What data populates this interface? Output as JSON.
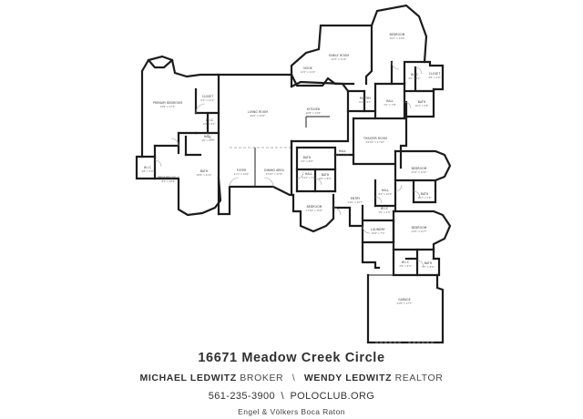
{
  "listing": {
    "address": "16671 Meadow Creek Circle",
    "agent1_name": "MICHAEL LEDWITZ",
    "agent1_role": "BROKER",
    "separator": "\\",
    "agent2_name": "WENDY LEDWITZ",
    "agent2_role": "REALTOR",
    "phone": "561-235-3900",
    "website": "POLOCLUB.ORG",
    "company": "Engel & Völkers Boca Raton"
  },
  "floorplan": {
    "rooms": [
      {
        "id": "primary-bedroom",
        "name": "PRIMARY BEDROOM",
        "dims": "19'9\" x 17'4\""
      },
      {
        "id": "closet-a",
        "name": "CLOSET",
        "dims": "6'1\" x 11'2\""
      },
      {
        "id": "bath-primary",
        "name": "BATH",
        "dims": "18'9\" x 21'4\""
      },
      {
        "id": "wic",
        "name": "W.I.C",
        "dims": "6'0\" x 5'1\""
      },
      {
        "id": "primary-wic",
        "name": "PRIMARY W.I.C",
        "dims": "8'1\" x 10'2\""
      },
      {
        "id": "wic-small",
        "name": "W.I.C",
        "dims": "4'8\" x 5'0\""
      },
      {
        "id": "hall-a",
        "name": "HALL",
        "dims": "4'0\" x 9'5\""
      },
      {
        "id": "living-room",
        "name": "LIVING ROOM",
        "dims": "26'6\" x 23'0\""
      },
      {
        "id": "foyer",
        "name": "FOYER",
        "dims": "11'1\" x 12'0\""
      },
      {
        "id": "dining-area",
        "name": "DINING AREA",
        "dims": "15'10\" x 17'0\""
      },
      {
        "id": "family-room",
        "name": "FAMILY ROOM",
        "dims": "22'3\" x 21'9\""
      },
      {
        "id": "nook",
        "name": "NOOK",
        "dims": "12'2\" x 11'4\""
      },
      {
        "id": "kitchen",
        "name": "KITCHEN",
        "dims": "20'8\" x 14'6\""
      },
      {
        "id": "pantry",
        "name": "PANTRY",
        "dims": "6'4\" x 6'7\""
      },
      {
        "id": "hall-b",
        "name": "HALL",
        "dims": "3'2\" x 7'8\""
      },
      {
        "id": "bedroom-a",
        "name": "BEDROOM",
        "dims": "16'2\" x 14'6\""
      },
      {
        "id": "wic-b",
        "name": "W.I.C",
        "dims": "4'0\" x 7'1\""
      },
      {
        "id": "bath-b",
        "name": "BATH",
        "dims": "10'1\" x 5'8\""
      },
      {
        "id": "closet-b",
        "name": "CLOSET",
        "dims": "4'8\" x 2'6\""
      },
      {
        "id": "theater-room",
        "name": "THEATER ROOM",
        "dims": "19'10\" x 17'10\""
      },
      {
        "id": "hall-c",
        "name": "HALL",
        "dims": "8'6\" x 11'8\""
      },
      {
        "id": "powder",
        "name": "BATH",
        "dims": "5'2\" x 8'0\""
      },
      {
        "id": "bath-c",
        "name": "BATH",
        "dims": "6'0\" x 8'5\""
      },
      {
        "id": "hall-d",
        "name": "HALL",
        "dims": "3'11\" x 7'3\""
      },
      {
        "id": "bedroom-b",
        "name": "BEDROOM",
        "dims": "11'10\" x 15'0\""
      },
      {
        "id": "entry",
        "name": "ENTRY",
        "dims": "14'0\" x 10'7\""
      },
      {
        "id": "bedroom-c",
        "name": "BEDROOM",
        "dims": "15'4\" x 12'9\""
      },
      {
        "id": "hall-e",
        "name": "HALL",
        "dims": "8'4\" x 10'0\""
      },
      {
        "id": "bath-d",
        "name": "BATH",
        "dims": "10'7\" x 5'8\""
      },
      {
        "id": "wic-c",
        "name": "W.I.C",
        "dims": "3'9\" x 2'0\""
      },
      {
        "id": "laundry",
        "name": "LAUNDRY",
        "dims": "10'6\" x 7'3\""
      },
      {
        "id": "bedroom-d",
        "name": "BEDROOM",
        "dims": "14'5\" x 12'7\""
      },
      {
        "id": "wic-d",
        "name": "W.I.C",
        "dims": "3'9\" x 6'0\""
      },
      {
        "id": "bath-e",
        "name": "BATH",
        "dims": "5'7\" x 8'0\""
      },
      {
        "id": "garage",
        "name": "GARAGE",
        "dims": "23'8\" x 17'7\""
      }
    ]
  }
}
